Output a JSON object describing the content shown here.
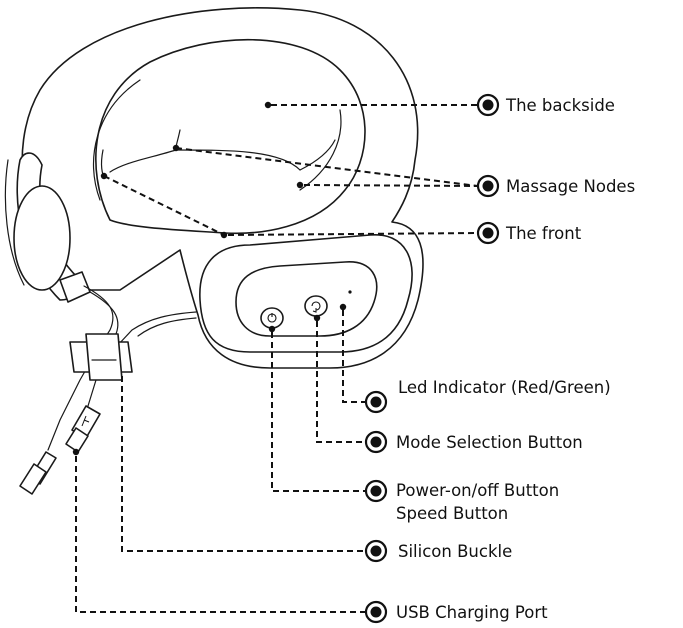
{
  "labels": {
    "backside": "The backside",
    "nodes": "Massage Nodes",
    "front": "The front",
    "led": "Led Indicator (Red/Green)",
    "mode": "Mode Selection Button",
    "power_line1": "Power-on/off Button",
    "power_line2": "Speed Button",
    "buckle": "Silicon Buckle",
    "usb": "USB Charging Port"
  },
  "icons": [
    "power-icon",
    "mode-cycle-icon",
    "usb-symbol-icon"
  ]
}
